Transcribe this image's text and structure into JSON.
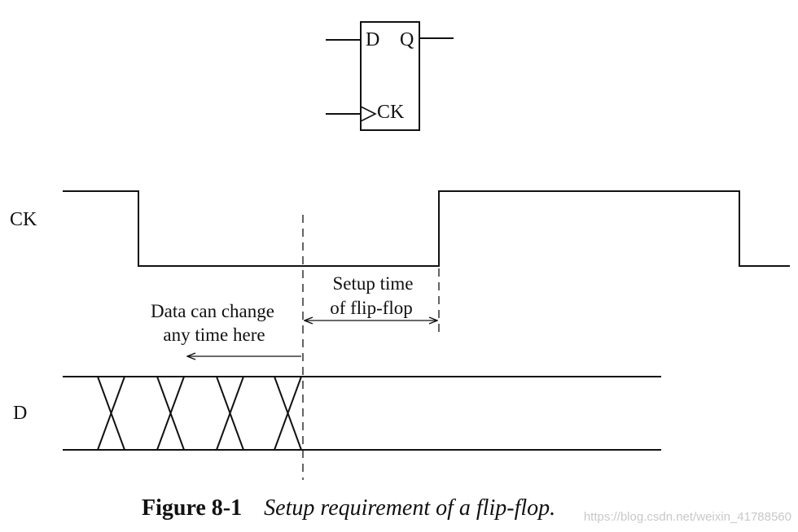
{
  "flip_flop": {
    "pin_d": "D",
    "pin_q": "Q",
    "pin_ck": "CK"
  },
  "signals": {
    "ck_label": "CK",
    "d_label": "D"
  },
  "annotations": {
    "setup_time_line1": "Setup time",
    "setup_time_line2": "of flip-flop",
    "data_change_line1": "Data can change",
    "data_change_line2": "any time here"
  },
  "caption": {
    "number": "Figure 8-1",
    "text": "Setup requirement of a flip-flop."
  },
  "watermark": "https://blog.csdn.net/weixin_41788560"
}
